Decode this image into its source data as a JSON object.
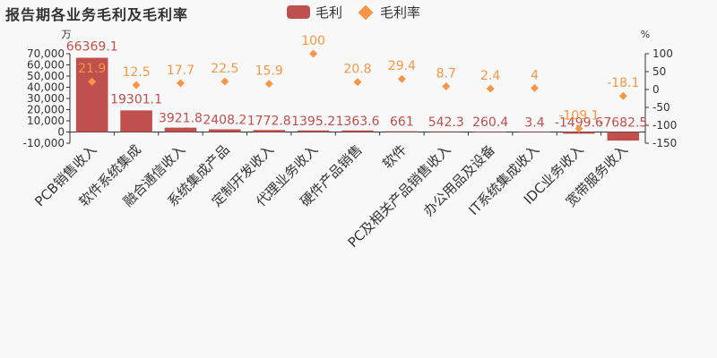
{
  "title": "报告期各业务毛利及毛利率",
  "colors": {
    "bar": "#c0504d",
    "line": "#f79646",
    "bar_label": "#c0504d",
    "line_label": "#f79646"
  },
  "chart_data": {
    "type": "bar",
    "categories": [
      "PCB销售收入",
      "软件系统集成",
      "融合通信收入",
      "系统集成产品",
      "定制开发收入",
      "代理业务收入",
      "硬件产品销售",
      "软件",
      "PC及相关产品销售收入",
      "办公用品及设备",
      "IT系统集成收入",
      "IDC业务收入",
      "宽带服务收入"
    ],
    "series": [
      {
        "name": "毛利",
        "type": "bar",
        "values": [
          66369.1,
          19301.1,
          3921.8,
          2408.2,
          1772.8,
          1395.2,
          1363.6,
          661,
          542.3,
          260.4,
          3.4,
          -1499.6,
          -7682.5
        ],
        "labels": [
          "66369.1",
          "19301.1",
          "3921.8",
          "2408.2",
          "1772.8",
          "1395.2",
          "1363.6",
          "661",
          "542.3",
          "260.4",
          "3.4",
          "-1499.6",
          "-7682.5"
        ]
      },
      {
        "name": "毛利率",
        "type": "scatter",
        "values": [
          21.9,
          12.5,
          17.7,
          22.5,
          15.9,
          100,
          20.8,
          29.4,
          8.7,
          2.4,
          4,
          -109.1,
          -18.1
        ],
        "labels": [
          "21.9",
          "12.5",
          "17.7",
          "22.5",
          "15.9",
          "100",
          "20.8",
          "29.4",
          "8.7",
          "2.4",
          "4",
          "-109.1",
          "-18.1"
        ]
      }
    ],
    "left_axis": {
      "unit": "万",
      "ylim": [
        -10000,
        70000
      ],
      "ticks": [
        -10000,
        0,
        10000,
        20000,
        30000,
        40000,
        50000,
        60000,
        70000
      ],
      "tick_labels": [
        "-10,000",
        "0",
        "10,000",
        "20,000",
        "30,000",
        "40,000",
        "50,000",
        "60,000",
        "70,000"
      ]
    },
    "right_axis": {
      "unit": "%",
      "ylim": [
        -150,
        100
      ],
      "ticks": [
        -150,
        -100,
        -50,
        0,
        50,
        100
      ],
      "tick_labels": [
        "-150",
        "-100",
        "-50",
        "0",
        "50",
        "100"
      ]
    },
    "grid": false,
    "legend_position": "top-center"
  }
}
